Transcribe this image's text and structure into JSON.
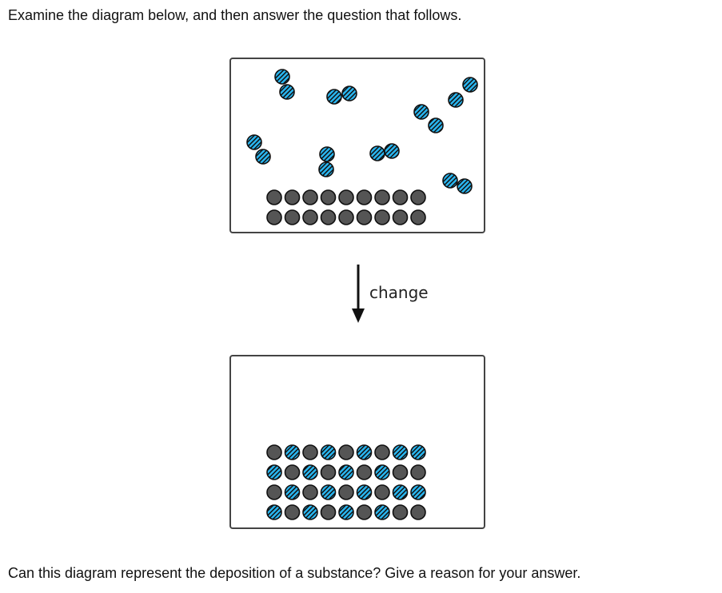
{
  "intro_text": "Examine the diagram below, and then answer the question that follows.",
  "question_text": "Can this diagram represent the deposition of a substance? Give a reason for your answer.",
  "arrow_label": "change",
  "colors": {
    "gas_particle": "#29b6f0",
    "solid_particle": "#555555",
    "outline": "#111111",
    "box_border": "#444444"
  },
  "icons": {
    "gas_molecule": "striped-blue-diatomic-molecule",
    "surface_atom": "dark-grey-atom",
    "arrow": "down-arrow"
  }
}
